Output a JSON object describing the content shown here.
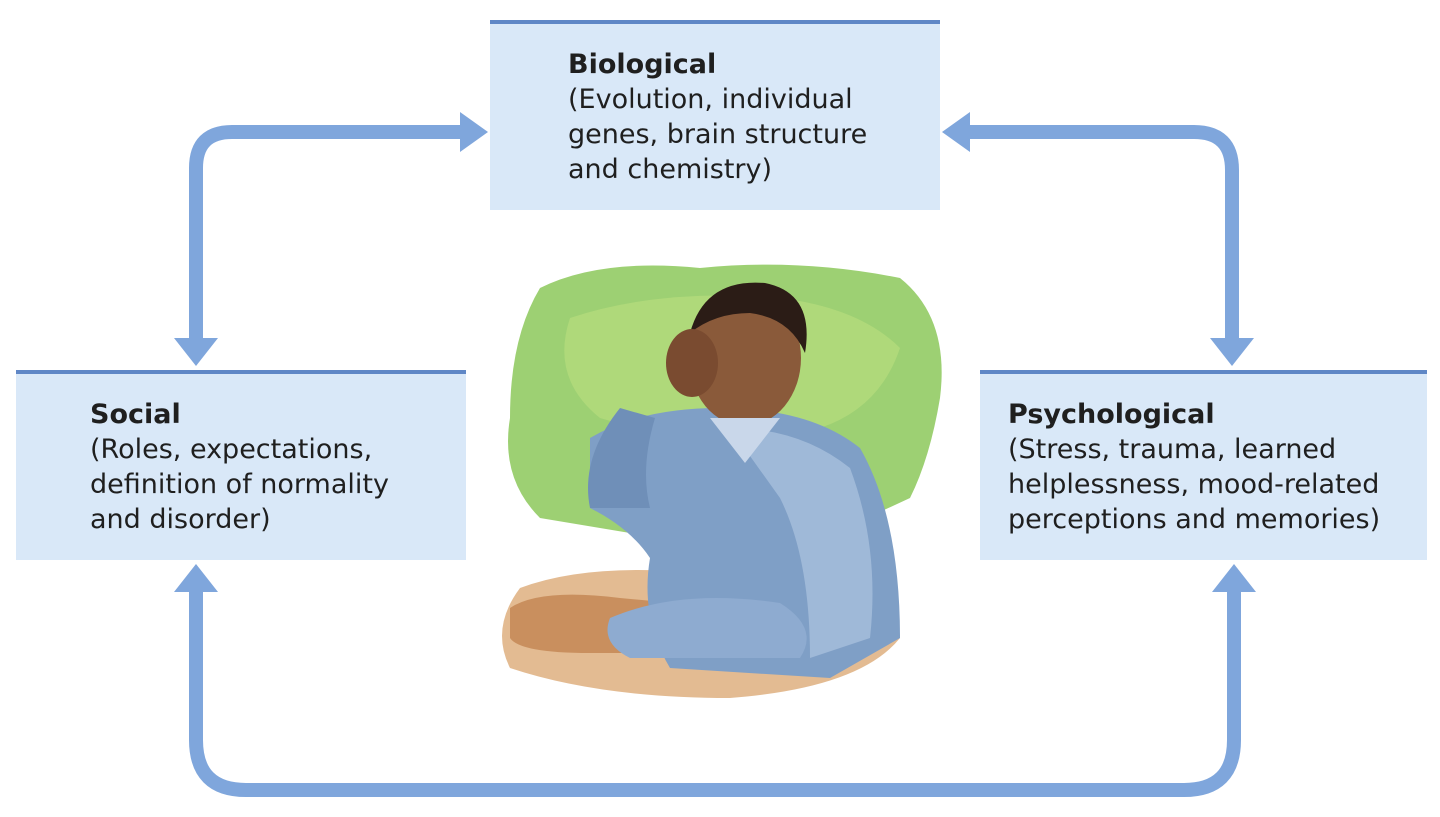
{
  "nodes": {
    "biological": {
      "title": "Biological",
      "description": "(Evolution, individual\ngenes, brain structure\nand chemistry)"
    },
    "social": {
      "title": "Social",
      "description": "(Roles, expectations,\ndefinition of normality\nand disorder)"
    },
    "psychological": {
      "title": "Psychological",
      "description": "(Stress, trauma, learned\nhelplessness, mood-related\nperceptions and memories)"
    }
  },
  "colors": {
    "box_fill": "#d9e8f8",
    "box_border": "#5f87c6",
    "arrow": "#7fa6dc",
    "background_wash": "#8cc85a"
  },
  "illustration": {
    "subject": "man-resting-head-on-hand-at-table"
  }
}
